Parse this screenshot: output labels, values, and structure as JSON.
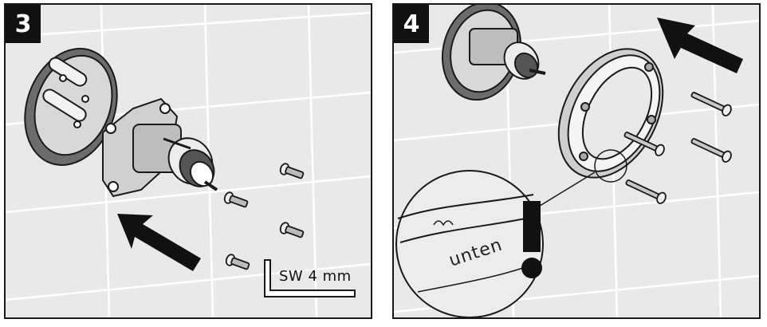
{
  "steps": [
    {
      "number": "3",
      "wrench_label": "SW 4 mm"
    },
    {
      "number": "4",
      "zoom_label": "unten"
    }
  ],
  "colors": {
    "tile": "#e9e9e9",
    "grout": "#ffffff",
    "line": "#1a1a1a",
    "arrow": "#111111",
    "metal": "#8a8a8a"
  }
}
